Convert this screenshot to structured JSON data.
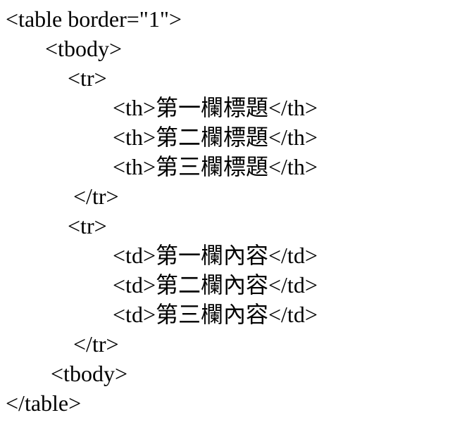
{
  "page": {
    "background_color": "#ffffff",
    "text_color": "#000000"
  },
  "code": {
    "language": "html",
    "lines": [
      "<table border=\"1\">",
      "       <tbody>",
      "           <tr>",
      "                   <th>第一欄標題</th>",
      "                   <th>第二欄標題</th>",
      "                   <th>第三欄標題</th>",
      "            </tr>",
      "           <tr>",
      "                   <td>第一欄內容</td>",
      "                   <td>第二欄內容</td>",
      "                   <td>第三欄內容</td>",
      "            </tr>",
      "        <tbody>",
      "</table>"
    ]
  }
}
